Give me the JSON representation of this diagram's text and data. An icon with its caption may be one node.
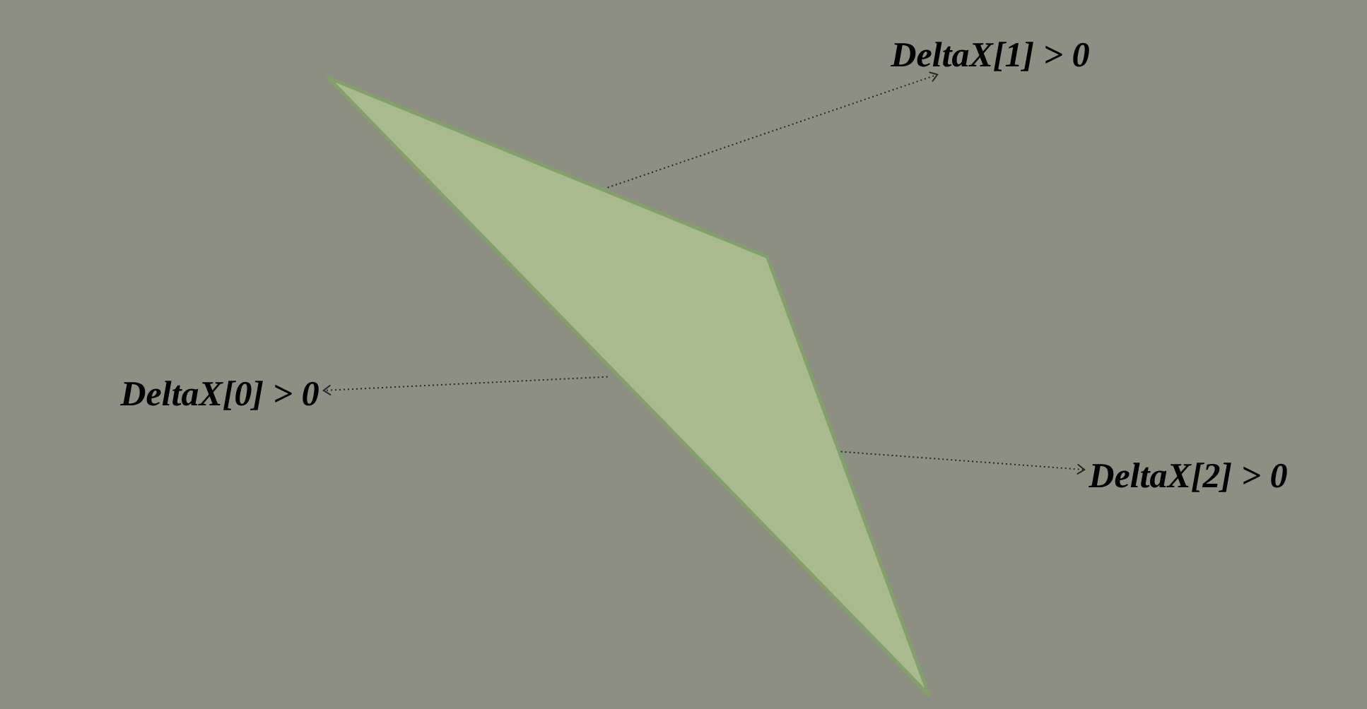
{
  "diagram": {
    "nodes": [
      {
        "text": [],
        "shape": "triangle"
      },
      {
        "text": [
          "DeltaX[1] > 0"
        ]
      },
      {
        "text": [
          "DeltaX[0] > 0"
        ]
      },
      {
        "text": [
          "DeltaX[2] > 0"
        ]
      }
    ],
    "edges": [
      {
        "from": 0,
        "to": 1,
        "arrow": "to"
      },
      {
        "from": 0,
        "to": 2,
        "arrow": "to"
      },
      {
        "from": 0,
        "to": 3,
        "arrow": "to"
      }
    ]
  }
}
